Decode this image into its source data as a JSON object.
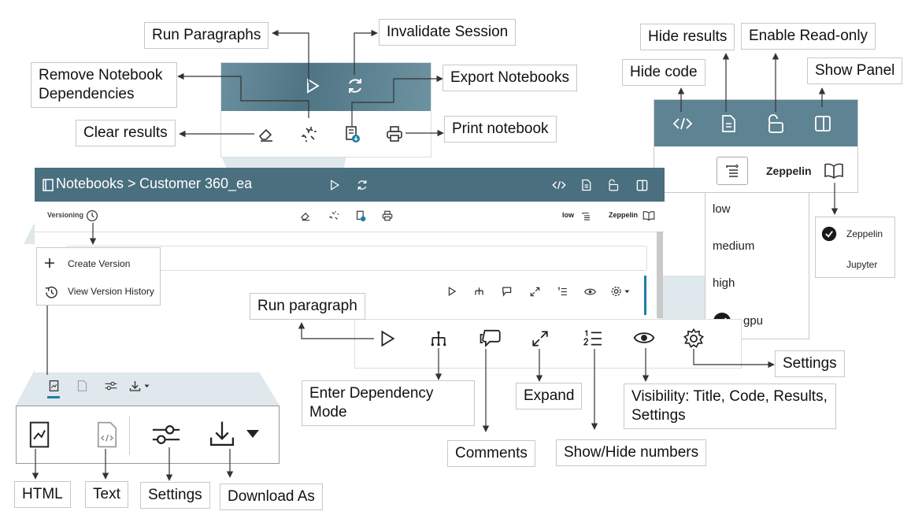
{
  "callouts": {
    "run_paragraphs": "Run Paragraphs",
    "invalidate_session": "Invalidate Session",
    "remove_dependencies": "Remove Notebook Dependencies",
    "export_notebooks": "Export Notebooks",
    "clear_results": "Clear results",
    "print_notebook": "Print notebook",
    "hide_results": "Hide results",
    "enable_readonly": "Enable Read-only",
    "hide_code": "Hide code",
    "show_panel": "Show Panel",
    "run_paragraph": "Run paragraph",
    "settings_para": "Settings",
    "enter_dependency": "Enter Dependency Mode",
    "expand": "Expand",
    "visibility": "Visibility: Title, Code, Results, Settings",
    "comments": "Comments",
    "show_hide_numbers": "Show/Hide numbers",
    "html": "HTML",
    "text": "Text",
    "settings_bottom": "Settings",
    "download_as": "Download As"
  },
  "header": {
    "breadcrumb_root": "Notebooks",
    "separator": ">",
    "notebook_name": "Customer 360_ea"
  },
  "toolbar": {
    "versioning_label": "Versioning",
    "priority_value": "low",
    "interpreter": "Zeppelin"
  },
  "version_menu": {
    "create": "Create Version",
    "history": "View Version History"
  },
  "priority_menu": {
    "options": [
      "low",
      "medium",
      "high",
      "gpu"
    ],
    "selected": "gpu"
  },
  "top_right_panel": {
    "interpreter": "Zeppelin"
  },
  "interpreter_menu": {
    "options": [
      "Zeppelin",
      "Jupyter"
    ],
    "selected": "Zeppelin"
  },
  "colors": {
    "toolbar": "#5e8393",
    "header": "#4d7282",
    "highlight": "#d5e2e7",
    "accent": "#1e7ea5"
  }
}
